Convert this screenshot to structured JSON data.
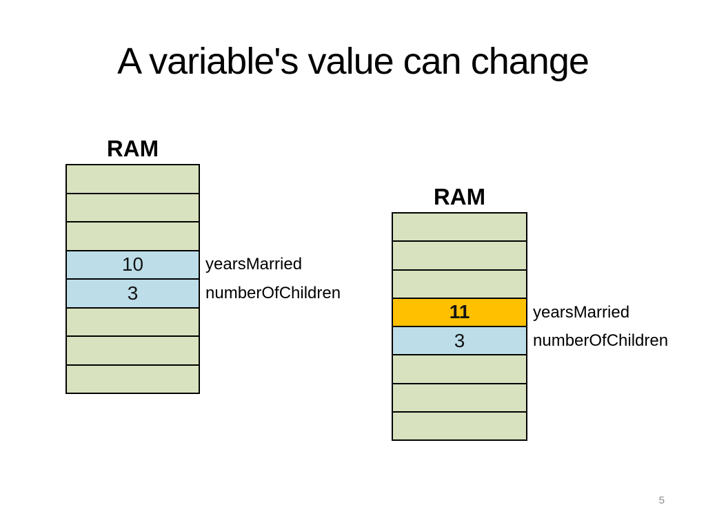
{
  "slide": {
    "title": "A variable's value can change",
    "page_number": "5"
  },
  "colors": {
    "green": "#d8e2be",
    "blue": "#bddee9",
    "orange": "#ffc000",
    "border": "#000000",
    "page_number_gray": "#8a8a8a"
  },
  "memory_before": {
    "heading": "RAM",
    "cells": [
      {
        "value": "",
        "color": "green",
        "bold": false
      },
      {
        "value": "",
        "color": "green",
        "bold": false
      },
      {
        "value": "",
        "color": "green",
        "bold": false
      },
      {
        "value": "10",
        "color": "blue",
        "bold": false
      },
      {
        "value": "3",
        "color": "blue",
        "bold": false
      },
      {
        "value": "",
        "color": "green",
        "bold": false
      },
      {
        "value": "",
        "color": "green",
        "bold": false
      },
      {
        "value": "",
        "color": "green",
        "bold": false
      }
    ],
    "labels": [
      {
        "text": "yearsMarried",
        "row_index": 3
      },
      {
        "text": "numberOfChildren",
        "row_index": 4
      }
    ]
  },
  "memory_after": {
    "heading": "RAM",
    "cells": [
      {
        "value": "",
        "color": "green",
        "bold": false
      },
      {
        "value": "",
        "color": "green",
        "bold": false
      },
      {
        "value": "",
        "color": "green",
        "bold": false
      },
      {
        "value": "11",
        "color": "orange",
        "bold": true
      },
      {
        "value": "3",
        "color": "blue",
        "bold": false
      },
      {
        "value": "",
        "color": "green",
        "bold": false
      },
      {
        "value": "",
        "color": "green",
        "bold": false
      },
      {
        "value": "",
        "color": "green",
        "bold": false
      }
    ],
    "labels": [
      {
        "text": "yearsMarried",
        "row_index": 3
      },
      {
        "text": "numberOfChildren",
        "row_index": 4
      }
    ]
  }
}
